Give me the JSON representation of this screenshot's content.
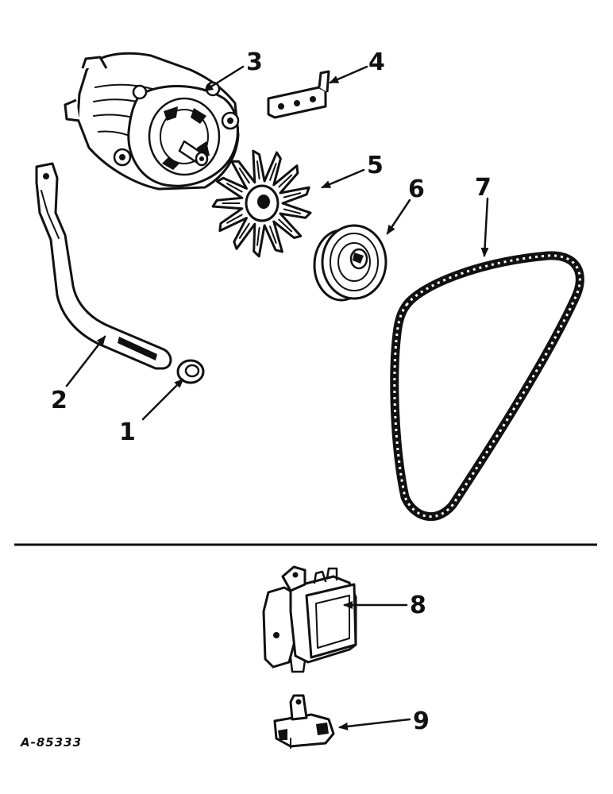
{
  "drawing_number": "A-85333",
  "callouts": [
    {
      "number": "1",
      "part": "washer"
    },
    {
      "number": "2",
      "part": "adjusting-brace"
    },
    {
      "number": "3",
      "part": "alternator"
    },
    {
      "number": "4",
      "part": "bracket"
    },
    {
      "number": "5",
      "part": "fan"
    },
    {
      "number": "6",
      "part": "pulley"
    },
    {
      "number": "7",
      "part": "v-belt"
    },
    {
      "number": "8",
      "part": "voltage-regulator"
    },
    {
      "number": "9",
      "part": "relay"
    }
  ],
  "colors": {
    "ink": "#111111",
    "paper": "#ffffff"
  }
}
